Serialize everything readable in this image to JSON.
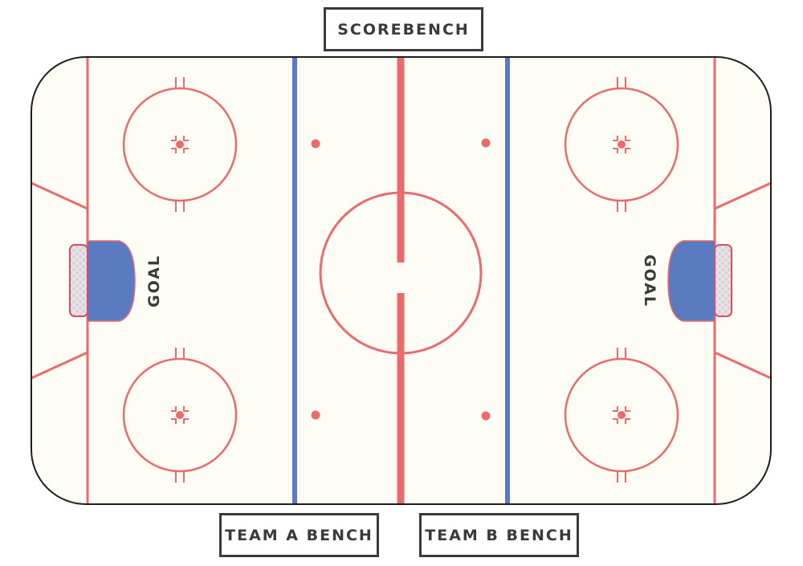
{
  "labels": {
    "scorebench": "SCOREBENCH",
    "team_a_bench": "TEAM A BENCH",
    "team_b_bench": "TEAM B BENCH",
    "goal_left": "GOAL",
    "goal_right": "GOAL"
  },
  "colors": {
    "ice": "#fdfdf6",
    "boards": "#1e1e1e",
    "red_line": "#ea6b6b",
    "blue_line": "#5b7bc0",
    "crease": "#5b7bc0",
    "net": "#d9d3d7",
    "label_text": "#3a3a3a"
  }
}
